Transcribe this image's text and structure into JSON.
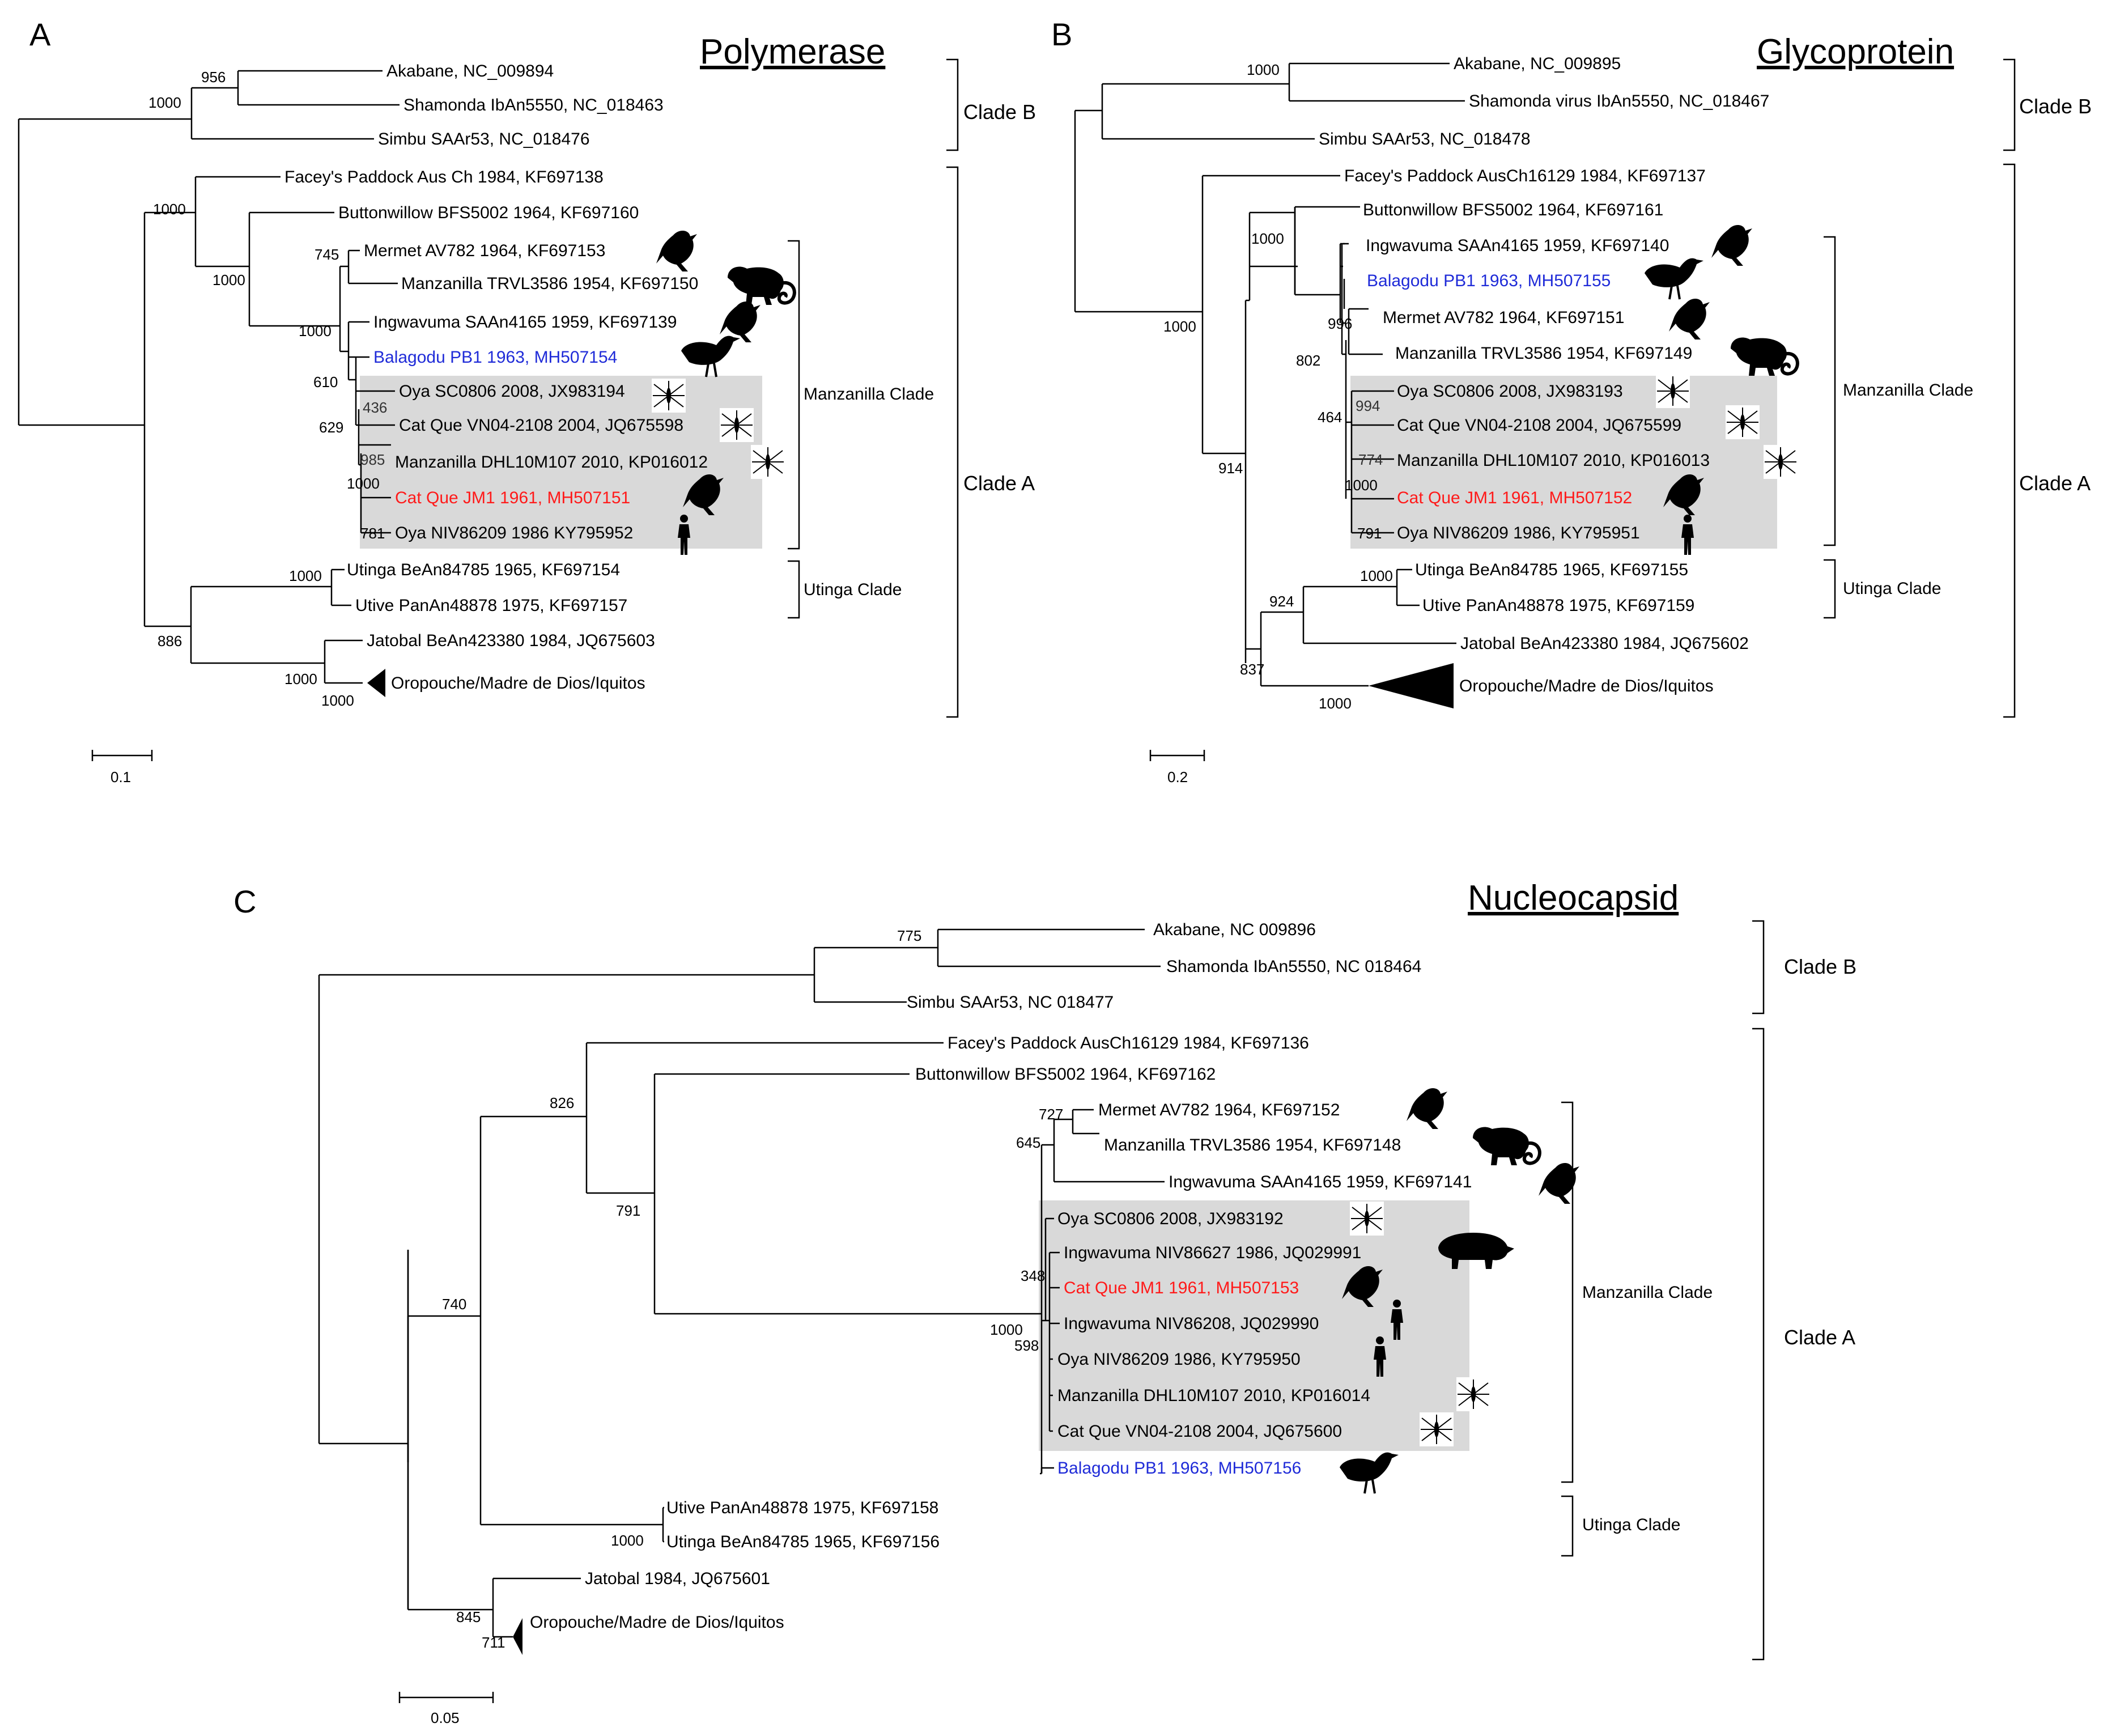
{
  "panels": {
    "A": {
      "letter": "A",
      "title": "Polymerase",
      "scale_bar": "0.1",
      "taxa": {
        "akabane": "Akabane, NC_009894",
        "shamonda": "Shamonda IbAn5550, NC_018463",
        "simbu": "Simbu SAAr53, NC_018476",
        "facey": "Facey's Paddock Aus Ch 1984, KF697138",
        "buttonwillow": "Buttonwillow BFS5002 1964, KF697160",
        "mermet": "Mermet AV782 1964, KF697153",
        "manzanilla_trvl": "Manzanilla TRVL3586 1954, KF697150",
        "ingwavuma": "Ingwavuma SAAn4165 1959, KF697139",
        "balagodu": "Balagodu PB1 1963, MH507154",
        "oya_sc": "Oya SC0806 2008, JX983194",
        "catque_vn": "Cat Que VN04-2108 2004, JQ675598",
        "manzanilla_dhl": "Manzanilla DHL10M107 2010, KP016012",
        "catque_jm1": "Cat Que JM1 1961, MH507151",
        "oya_niv": "Oya NIV86209 1986 KY795952",
        "utinga": "Utinga BeAn84785 1965, KF697154",
        "utive": "Utive PanAn48878 1975, KF697157",
        "jatobal": "Jatobal BeAn423380 1984, JQ675603",
        "oropouche": "Oropouche/Madre de Dios/Iquitos"
      },
      "support": {
        "s956": "956",
        "s1000a": "1000",
        "s1000b": "1000",
        "s1000c": "1000",
        "s745": "745",
        "s1000d": "1000",
        "s610": "610",
        "s629": "629",
        "s436": "436",
        "s985": "985",
        "s1000e": "1000",
        "s781": "781",
        "s1000f": "1000",
        "s886": "886",
        "s1000g": "1000",
        "s1000h": "1000"
      },
      "clades": {
        "cladeB": "Clade B",
        "cladeA": "Clade A",
        "manz": "Manzanilla Clade",
        "uting": "Utinga Clade"
      }
    },
    "B": {
      "letter": "B",
      "title": "Glycoprotein",
      "scale_bar": "0.2",
      "taxa": {
        "akabane": "Akabane, NC_009895",
        "shamonda": "Shamonda virus IbAn5550, NC_018467",
        "simbu": "Simbu SAAr53, NC_018478",
        "facey": "Facey's Paddock AusCh16129 1984, KF697137",
        "buttonwillow": "Buttonwillow BFS5002 1964, KF697161",
        "ingwavuma": "Ingwavuma SAAn4165 1959, KF697140",
        "balagodu": "Balagodu PB1 1963, MH507155",
        "mermet": "Mermet AV782 1964, KF697151",
        "manzanilla_trvl": "Manzanilla TRVL3586 1954, KF697149",
        "oya_sc": "Oya SC0806 2008, JX983193",
        "catque_vn": "Cat Que VN04-2108 2004, JQ675599",
        "manzanilla_dhl": "Manzanilla DHL10M107 2010, KP016013",
        "catque_jm1": "Cat Que JM1 1961, MH507152",
        "oya_niv": "Oya NIV86209 1986, KY795951",
        "utinga": "Utinga BeAn84785 1965, KF697155",
        "utive": "Utive PanAn48878 1975, KF697159",
        "jatobal": "Jatobal BeAn423380 1984, JQ675602",
        "oropouche": "Oropouche/Madre de Dios/Iquitos"
      },
      "support": {
        "s1000a": "1000",
        "s1000b": "1000",
        "s1000c": "1000",
        "s996": "996",
        "s802": "802",
        "s994": "994",
        "s464": "464",
        "s774": "774",
        "s1000d": "1000",
        "s791": "791",
        "s914": "914",
        "s1000e": "1000",
        "s924": "924",
        "s837": "837",
        "s1000f": "1000"
      },
      "clades": {
        "cladeB": "Clade B",
        "cladeA": "Clade A",
        "manz": "Manzanilla Clade",
        "uting": "Utinga Clade"
      }
    },
    "C": {
      "letter": "C",
      "title": "Nucleocapsid",
      "scale_bar": "0.05",
      "taxa": {
        "akabane": "Akabane, NC 009896",
        "shamonda": "Shamonda IbAn5550, NC 018464",
        "simbu": "Simbu SAAr53, NC 018477",
        "facey": "Facey's Paddock AusCh16129 1984, KF697136",
        "buttonwillow": "Buttonwillow BFS5002 1964, KF697162",
        "mermet": "Mermet AV782 1964, KF697152",
        "manzanilla_trvl": "Manzanilla TRVL3586 1954, KF697148",
        "ingwavuma": "Ingwavuma SAAn4165 1959, KF697141",
        "oya_sc": "Oya SC0806 2008, JX983192",
        "ingwavuma_niv86627": "Ingwavuma NIV86627 1986, JQ029991",
        "catque_jm1": "Cat Que JM1 1961, MH507153",
        "ingwavuma_niv86208": "Ingwavuma NIV86208, JQ029990",
        "oya_niv": "Oya NIV86209 1986, KY795950",
        "manzanilla_dhl": "Manzanilla DHL10M107 2010, KP016014",
        "catque_vn": "Cat Que VN04-2108 2004, JQ675600",
        "balagodu": "Balagodu PB1 1963, MH507156",
        "utive": "Utive PanAn48878 1975, KF697158",
        "utinga": "Utinga BeAn84785 1965, KF697156",
        "jatobal": "Jatobal 1984, JQ675601",
        "oropouche": "Oropouche/Madre de Dios/Iquitos"
      },
      "support": {
        "s775": "775",
        "s826": "826",
        "s727": "727",
        "s645": "645",
        "s791": "791",
        "s348": "348",
        "s1000a": "1000",
        "s598": "598",
        "s740": "740",
        "s1000b": "1000",
        "s845": "845",
        "s711": "711"
      },
      "clades": {
        "cladeB": "Clade B",
        "cladeA": "Clade A",
        "manz": "Manzanilla Clade",
        "uting": "Utinga Clade"
      }
    }
  },
  "colors": {
    "highlight_blue": "#1f2bd8",
    "highlight_red": "#ff1a1a",
    "shade": "#d9d9d9"
  },
  "icons": [
    "bird-icon",
    "monkey-icon",
    "mosquito-icon",
    "human-icon",
    "water-bird-icon",
    "boar-icon"
  ]
}
